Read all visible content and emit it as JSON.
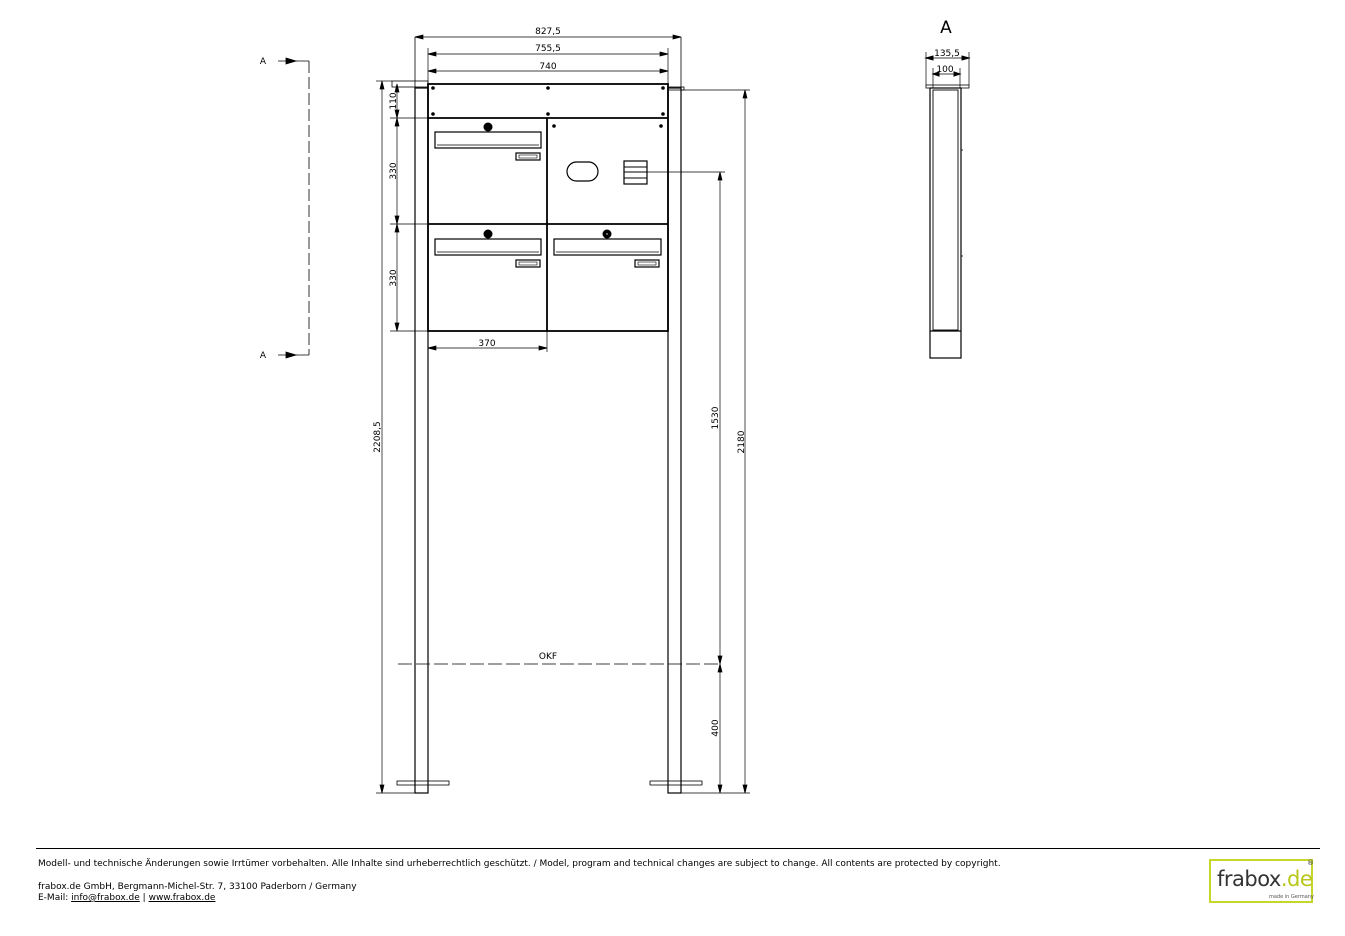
{
  "dimensions": {
    "total_width": "827,5",
    "post_span": "755,5",
    "box_width": "740",
    "top_height": "110",
    "row1_height": "330",
    "row2_height": "330",
    "cell_width": "370",
    "total_height": "2208,5",
    "post_height": "2180",
    "panel_height": "1530",
    "okf_height": "400",
    "section_depth_outer": "135,5",
    "section_depth_inner": "100"
  },
  "labels": {
    "section_marker_top": "A",
    "section_marker_bottom": "A",
    "section_view_title": "A",
    "floor_level": "OKF"
  },
  "footer": {
    "disclaimer": "Modell- und technische Änderungen sowie Irrtümer vorbehalten. Alle Inhalte sind urheberrechtlich geschützt. / Model, program and technical changes are subject to change. All contents are protected by copyright.",
    "address": "frabox.de GmbH, Bergmann-Michel-Str. 7, 33100 Paderborn / Germany",
    "email_prefix": "E-Mail:",
    "email": "info@frabox.de",
    "separator": "|",
    "website": "www.frabox.de"
  },
  "logo": {
    "name": "frabox",
    "tld": ".de",
    "registered": "®",
    "tagline": "made in Germany"
  },
  "colors": {
    "logo_accent": "#c6d62a",
    "logo_text": "#333333"
  }
}
